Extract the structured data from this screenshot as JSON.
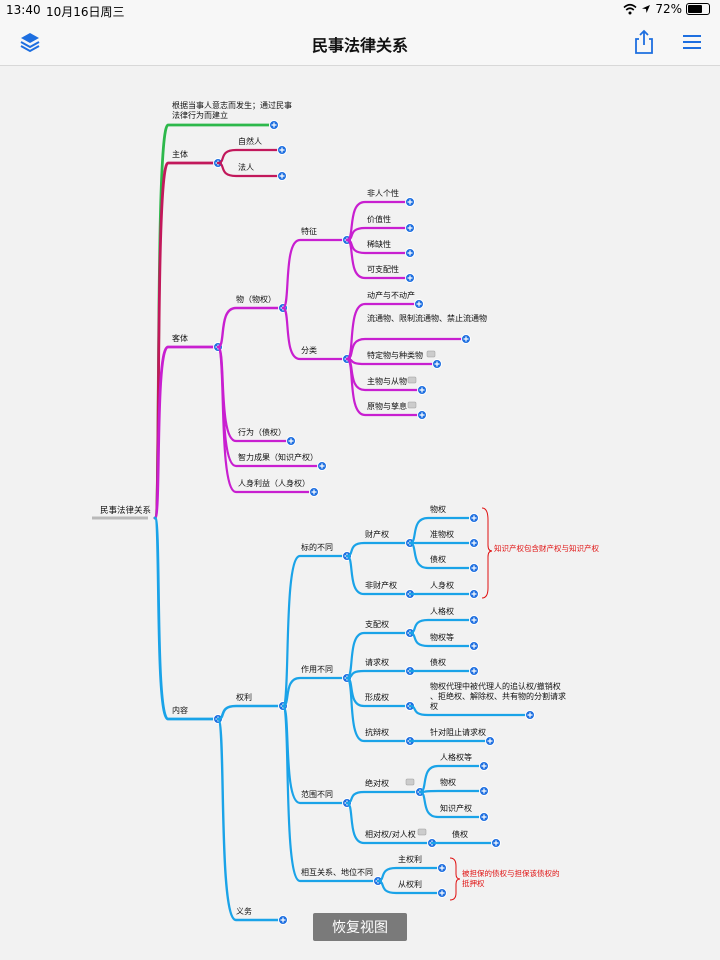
{
  "status_bar": {
    "time": "13:40",
    "date": "10月16日周三",
    "battery": "72%",
    "battery_level": 0.72
  },
  "nav": {
    "title": "民事法律关系",
    "left_icon": "layers-icon",
    "share_icon": "share-icon",
    "menu_icon": "menu-icon"
  },
  "colors": {
    "green": "#2db84b",
    "crimson": "#c2185b",
    "magenta": "#c81fd0",
    "blue": "#1aa3e8",
    "dot": "#1e6fe0",
    "red_note": "#e01010",
    "root_line": "#b9b9b9"
  },
  "mindmap": {
    "root": "民事法律关系",
    "basis": "根据当事人意志而发生；通过民事法律行为而建立",
    "subject": {
      "label": "主体",
      "children": [
        "自然人",
        "法人"
      ]
    },
    "object": {
      "label": "客体",
      "thing": {
        "label": "物（物权）",
        "features": {
          "label": "特征",
          "items": [
            "非人个性",
            "价值性",
            "稀缺性",
            "可支配性"
          ]
        },
        "classification": {
          "label": "分类",
          "items": [
            "动产与不动产",
            "流通物、限制流通物、禁止流通物",
            "特定物与种类物",
            "主物与从物",
            "原物与孳息"
          ]
        }
      },
      "others": [
        "行为（债权）",
        "智力成果（知识产权）",
        "人身利益（人身权）"
      ]
    },
    "content": {
      "label": "内容",
      "rights": {
        "label": "权利",
        "by_object": {
          "label": "标的不同",
          "property": {
            "label": "财产权",
            "items": [
              "物权",
              "准物权",
              "债权"
            ]
          },
          "non_property": {
            "label": "非财产权",
            "items": [
              "人身权"
            ]
          },
          "note": "知识产权包含财产权与知识产权"
        },
        "by_function": {
          "label": "作用不同",
          "items": [
            {
              "label": "支配权",
              "children": [
                "人格权",
                "物权等"
              ]
            },
            {
              "label": "请求权",
              "children": [
                "债权"
              ]
            },
            {
              "label": "形成权",
              "children": [
                "物权代理中被代理人的追认权/撤销权、拒绝权、解除权、共有物的分割请求权"
              ]
            },
            {
              "label": "抗辩权",
              "children": [
                "针对阻止请求权"
              ]
            }
          ]
        },
        "by_scope": {
          "label": "范围不同",
          "absolute": {
            "label": "绝对权",
            "items": [
              "人格权等",
              "物权",
              "知识产权"
            ]
          },
          "relative": {
            "label": "相对权/对人权",
            "items": [
              "债权"
            ]
          }
        },
        "by_relation": {
          "label": "相互关系、地位不同",
          "items": [
            "主权利",
            "从权利"
          ],
          "note": "被担保的债权与担保该债权的抵押权"
        }
      },
      "duty": "义务"
    }
  },
  "restore_button": "恢复视图"
}
